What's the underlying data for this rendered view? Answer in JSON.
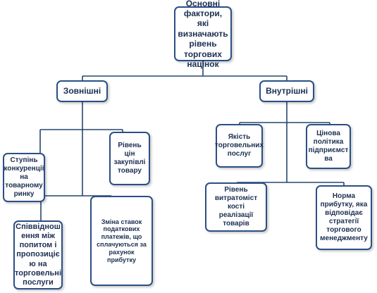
{
  "root": {
    "text": "Основні\nфактори, які\nвизначають\nрівень\nторгових\nнацінок"
  },
  "external": {
    "title": "Зовнішні",
    "items": [
      {
        "text": "Ступінь\nконкуренції\nна\nтоварному\nринку"
      },
      {
        "text": "Рівень цін\nзакупівлі\nтовару"
      },
      {
        "text": "Співвіднош\nення між\nпопитом і\nпропозиціє\nю на\nторговельні\nпослуги"
      },
      {
        "text": "Зміна ставок\nподаткових\nплатежів, що\nсплачуються за\nрахунок прибутку"
      }
    ]
  },
  "internal": {
    "title": "Внутрішні",
    "items": [
      {
        "text": "Якість\nторговельних\nпослуг"
      },
      {
        "text": "Цінова\nполітика\nпідприємст\nва"
      },
      {
        "text": "Рівень\nвитратоміст\nкості\nреалізації\nтоварів"
      },
      {
        "text": "Норма\nприбутку, яка\nвідповідає\nстратегії\nторгового\nменеджменту"
      }
    ]
  },
  "colors": {
    "border": "#2b4f86",
    "text": "#1c2f52",
    "connector": "#26466e"
  }
}
